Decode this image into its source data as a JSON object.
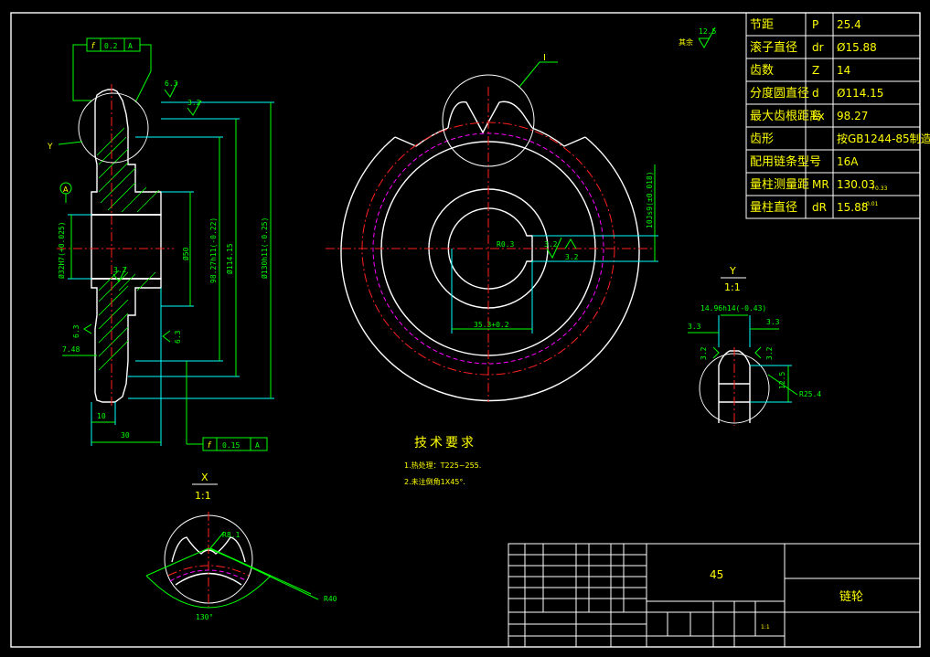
{
  "params": [
    {
      "name": "节距",
      "sym": "P",
      "val": "25.4"
    },
    {
      "name": "滚子直径",
      "sym": "dr",
      "val": "Ø15.88"
    },
    {
      "name": "齿数",
      "sym": "Z",
      "val": "14"
    },
    {
      "name": "分度圆直径",
      "sym": "d",
      "val": "Ø114.15"
    },
    {
      "name": "最大齿根距离",
      "sym": "Lx",
      "val": "98.27"
    },
    {
      "name": "齿形",
      "sym": "",
      "val": "按GB1244-85制造"
    },
    {
      "name": "配用链条型号",
      "sym": "",
      "val": "16A"
    },
    {
      "name": "量柱测量距",
      "sym": "MR",
      "val": "130.03"
    },
    {
      "name": "量柱直径",
      "sym": "dR",
      "val": "15.88"
    }
  ],
  "params_extra": {
    "mr_tol": "+0.33",
    "dr_tol": "+0.01"
  },
  "tech": {
    "title": "技术要求",
    "line1": "1.热处理：T225~255.",
    "line2": "2.未注倒角1X45°."
  },
  "titleblock": {
    "material": "45",
    "name": "链轮",
    "scale": "1:1"
  },
  "roughness": {
    "rest": "其余",
    "rest_val": "12.5",
    "r63": "6.3",
    "r32": "3.2"
  },
  "tol": {
    "sym": "f",
    "top": "0.2",
    "bottom": "0.15",
    "datum": "A"
  },
  "section": {
    "y_mark": "Y",
    "a_mark": "A",
    "d32": "Ø32H7(+0.025)",
    "d50": "Ø50",
    "d9827": "98.27h11(-0.22)",
    "d11415": "Ø114.15",
    "d130": "Ø130h11(-0.25)",
    "l748": "7.48",
    "l10": "10",
    "l30": "30",
    "l63": "6.3"
  },
  "front": {
    "i_mark": "I",
    "r03": "R0.3",
    "k10": "10Js9(±0.018)",
    "k353": "35.3+0.2",
    "r32": "3.2"
  },
  "detailY": {
    "label": "Y",
    "scale": "1:1",
    "w": "14.96h14(-0.43)",
    "a": "3.3",
    "b": "3.3",
    "c32a": "3.2",
    "c32b": "3.2",
    "h": "12.5",
    "r": "R25.4"
  },
  "detailX": {
    "label": "X",
    "scale": "1:1",
    "r81": "R8.1",
    "r40": "R40",
    "ang": "130°"
  }
}
